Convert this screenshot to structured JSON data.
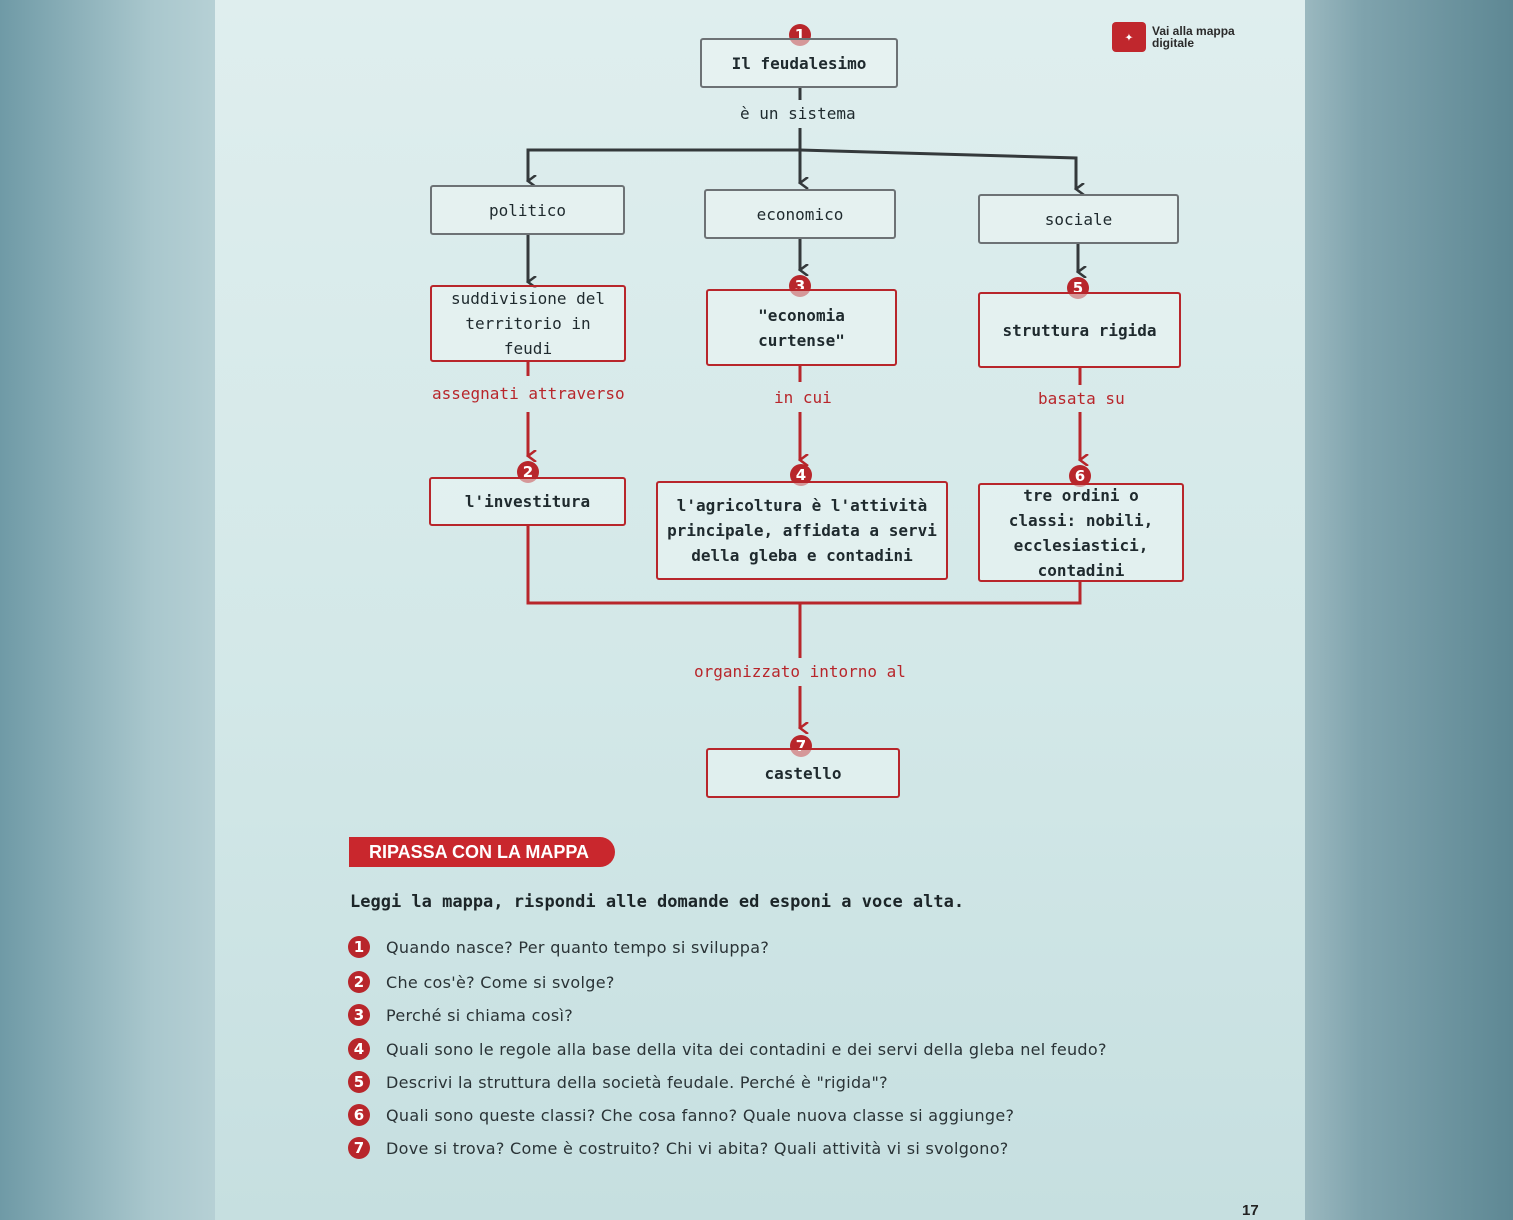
{
  "digital_map": {
    "icon": "map-cursor-icon",
    "label": "Vai alla mappa digitale"
  },
  "map": {
    "root": {
      "number": "1",
      "label": "Il feudalesimo"
    },
    "root_link": "è un sistema",
    "branches": [
      {
        "label": "politico",
        "step1": "suddivisione del territorio in feudi",
        "step1_number": "",
        "link": "assegnati attraverso",
        "step2_number": "2",
        "step2": "l'investitura"
      },
      {
        "label": "economico",
        "step1": "\"economia curtense\"",
        "step1_number": "3",
        "link": "in cui",
        "step2_number": "4",
        "step2": "l'agricoltura è l'attività principale, affidata a servi della gleba e contadini"
      },
      {
        "label": "sociale",
        "step1": "struttura rigida",
        "step1_number": "5",
        "link": "basata su",
        "step2_number": "6",
        "step2": "tre ordini o classi: nobili, ecclesiastici, contadini"
      }
    ],
    "final_link": "organizzato intorno al",
    "final": {
      "number": "7",
      "label": "castello"
    }
  },
  "review": {
    "title": "RIPASSA CON LA MAPPA",
    "instruction": "Leggi la mappa, rispondi alle domande ed esponi a voce alta.",
    "questions": [
      {
        "n": "1",
        "text": "Quando nasce? Per quanto tempo si sviluppa?"
      },
      {
        "n": "2",
        "text": "Che cos'è? Come si svolge?"
      },
      {
        "n": "3",
        "text": "Perché si chiama così?"
      },
      {
        "n": "4",
        "text": "Quali sono le regole alla base della vita dei contadini e dei servi della gleba nel feudo?"
      },
      {
        "n": "5",
        "text": "Descrivi la struttura della società feudale. Perché è \"rigida\"?"
      },
      {
        "n": "6",
        "text": "Quali sono queste classi? Che cosa fanno? Quale nuova classe si aggiunge?"
      },
      {
        "n": "7",
        "text": "Dove si trova? Come è costruito? Chi vi abita? Quali attività vi si svolgono?"
      }
    ]
  },
  "page_number": "17",
  "colors": {
    "accent_red": "#b8262b",
    "box_grey": "#6d7275"
  }
}
